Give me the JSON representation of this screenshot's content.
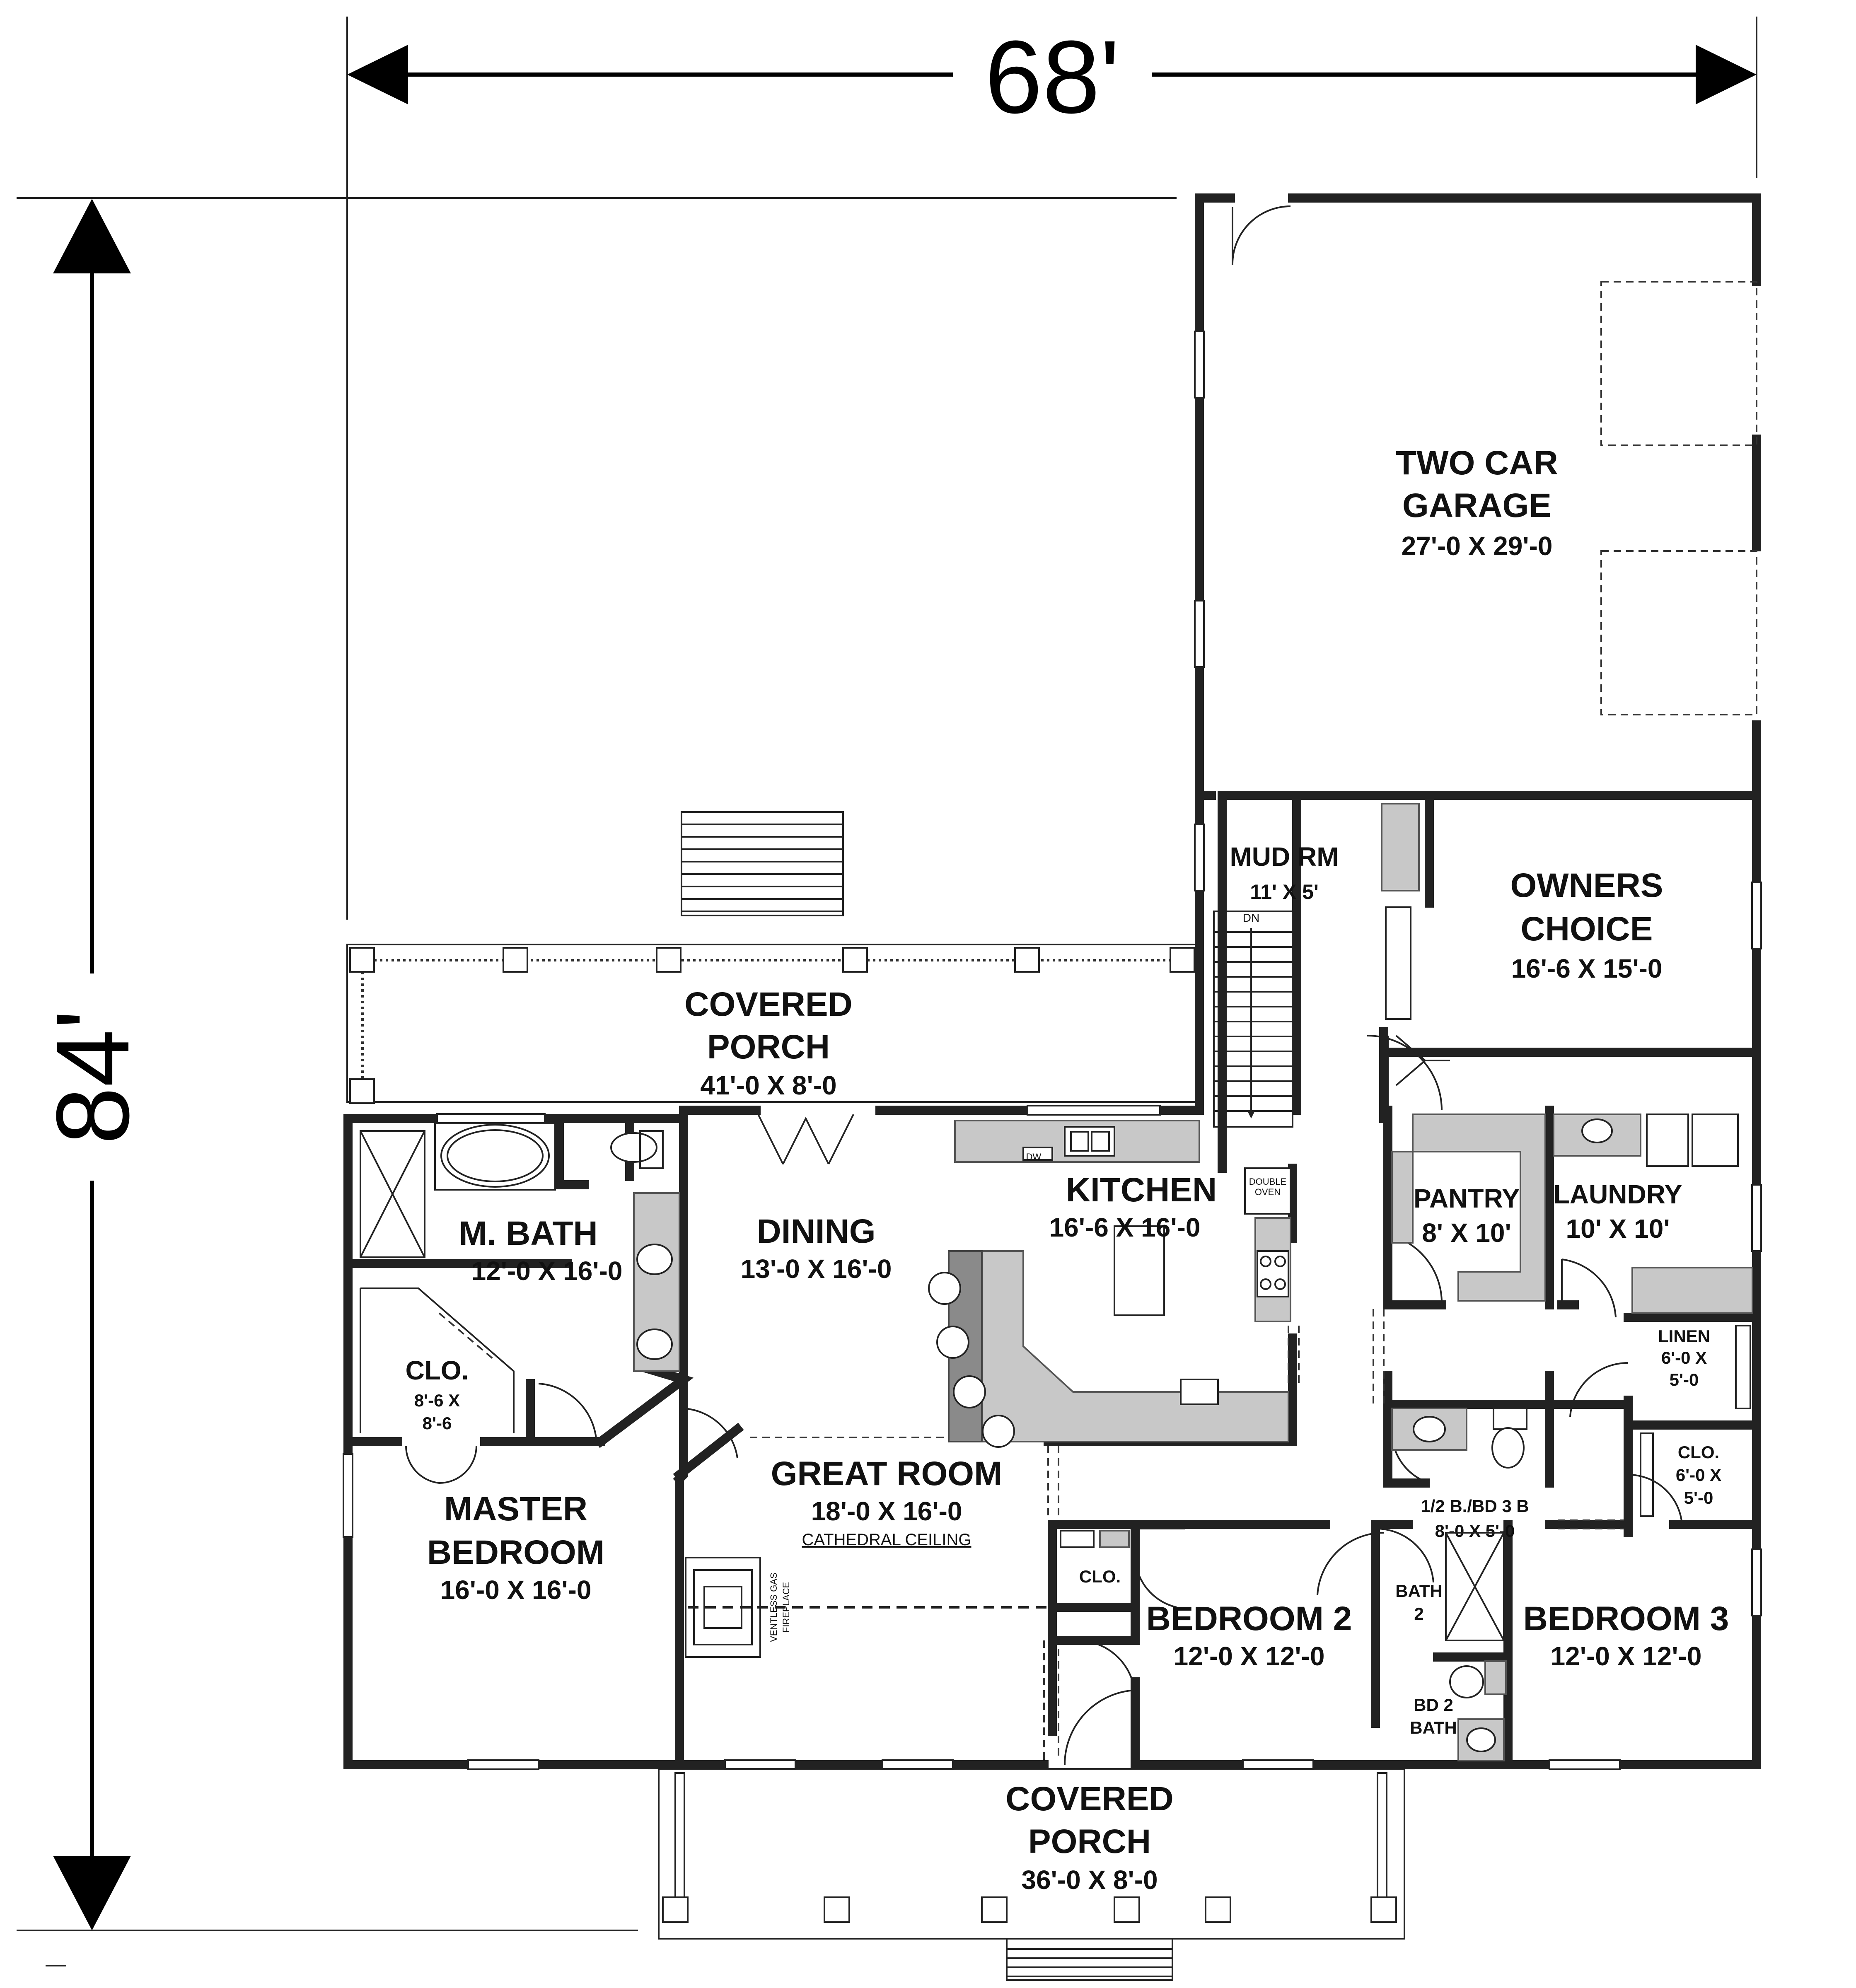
{
  "overall": {
    "width": "68'",
    "depth": "84'"
  },
  "rooms": {
    "garage": {
      "name_line1": "TWO CAR",
      "name_line2": "GARAGE",
      "size": "27'-0 X 29'-0"
    },
    "mud_room": {
      "name": "MUD RM",
      "size": "11' X 5'"
    },
    "owners_choice": {
      "name_line1": "OWNERS",
      "name_line2": "CHOICE",
      "size": "16'-6 X 15'-0"
    },
    "rear_porch": {
      "name_line1": "COVERED",
      "name_line2": "PORCH",
      "size": "41'-0 X 8'-0"
    },
    "kitchen": {
      "name": "KITCHEN",
      "size": "16'-6 X 16'-0"
    },
    "dining": {
      "name": "DINING",
      "size": "13'-0 X 16'-0"
    },
    "master_bath": {
      "name": "M. BATH",
      "size": "12'-0 X 16'-0"
    },
    "pantry": {
      "name": "PANTRY",
      "size": "8' X 10'"
    },
    "laundry": {
      "name": "LAUNDRY",
      "size": "10' X 10'"
    },
    "linen": {
      "name": "LINEN",
      "size_line1": "6'-0 X",
      "size_line2": "5'-0"
    },
    "master_closet": {
      "name": "CLO.",
      "size_line1": "8'-6 X",
      "size_line2": "8'-6"
    },
    "great_room": {
      "name": "GREAT ROOM",
      "size": "18'-0 X 16'-0",
      "note": "CATHEDRAL CEILING"
    },
    "closet_3": {
      "name": "CLO.",
      "size_line1": "6'-0 X",
      "size_line2": "5'-0"
    },
    "half_bath": {
      "name": "1/2 B./BD 3 B",
      "size": "8'-0 X 5'-0"
    },
    "master_bedroom": {
      "name_line1": "MASTER",
      "name_line2": "BEDROOM",
      "size": "16'-0 X 16'-0"
    },
    "closet_2": {
      "name": "CLO."
    },
    "bedroom_2": {
      "name": "BEDROOM 2",
      "size": "12'-0 X 12'-0"
    },
    "bath_2": {
      "name_line1": "BATH",
      "name_line2": "2"
    },
    "bd2_bath": {
      "name_line1": "BD 2",
      "name_line2": "BATH"
    },
    "bedroom_3": {
      "name": "BEDROOM 3",
      "size": "12'-0 X 12'-0"
    },
    "front_porch": {
      "name_line1": "COVERED",
      "name_line2": "PORCH",
      "size": "36'-0 X 8'-0"
    }
  },
  "fixtures": {
    "stair_label": "DN",
    "dw_label": "DW",
    "oven_line1": "DOUBLE",
    "oven_line2": "OVEN",
    "fireplace_line1": "VENTLESS GAS",
    "fireplace_line2": "FIREPLACE"
  }
}
